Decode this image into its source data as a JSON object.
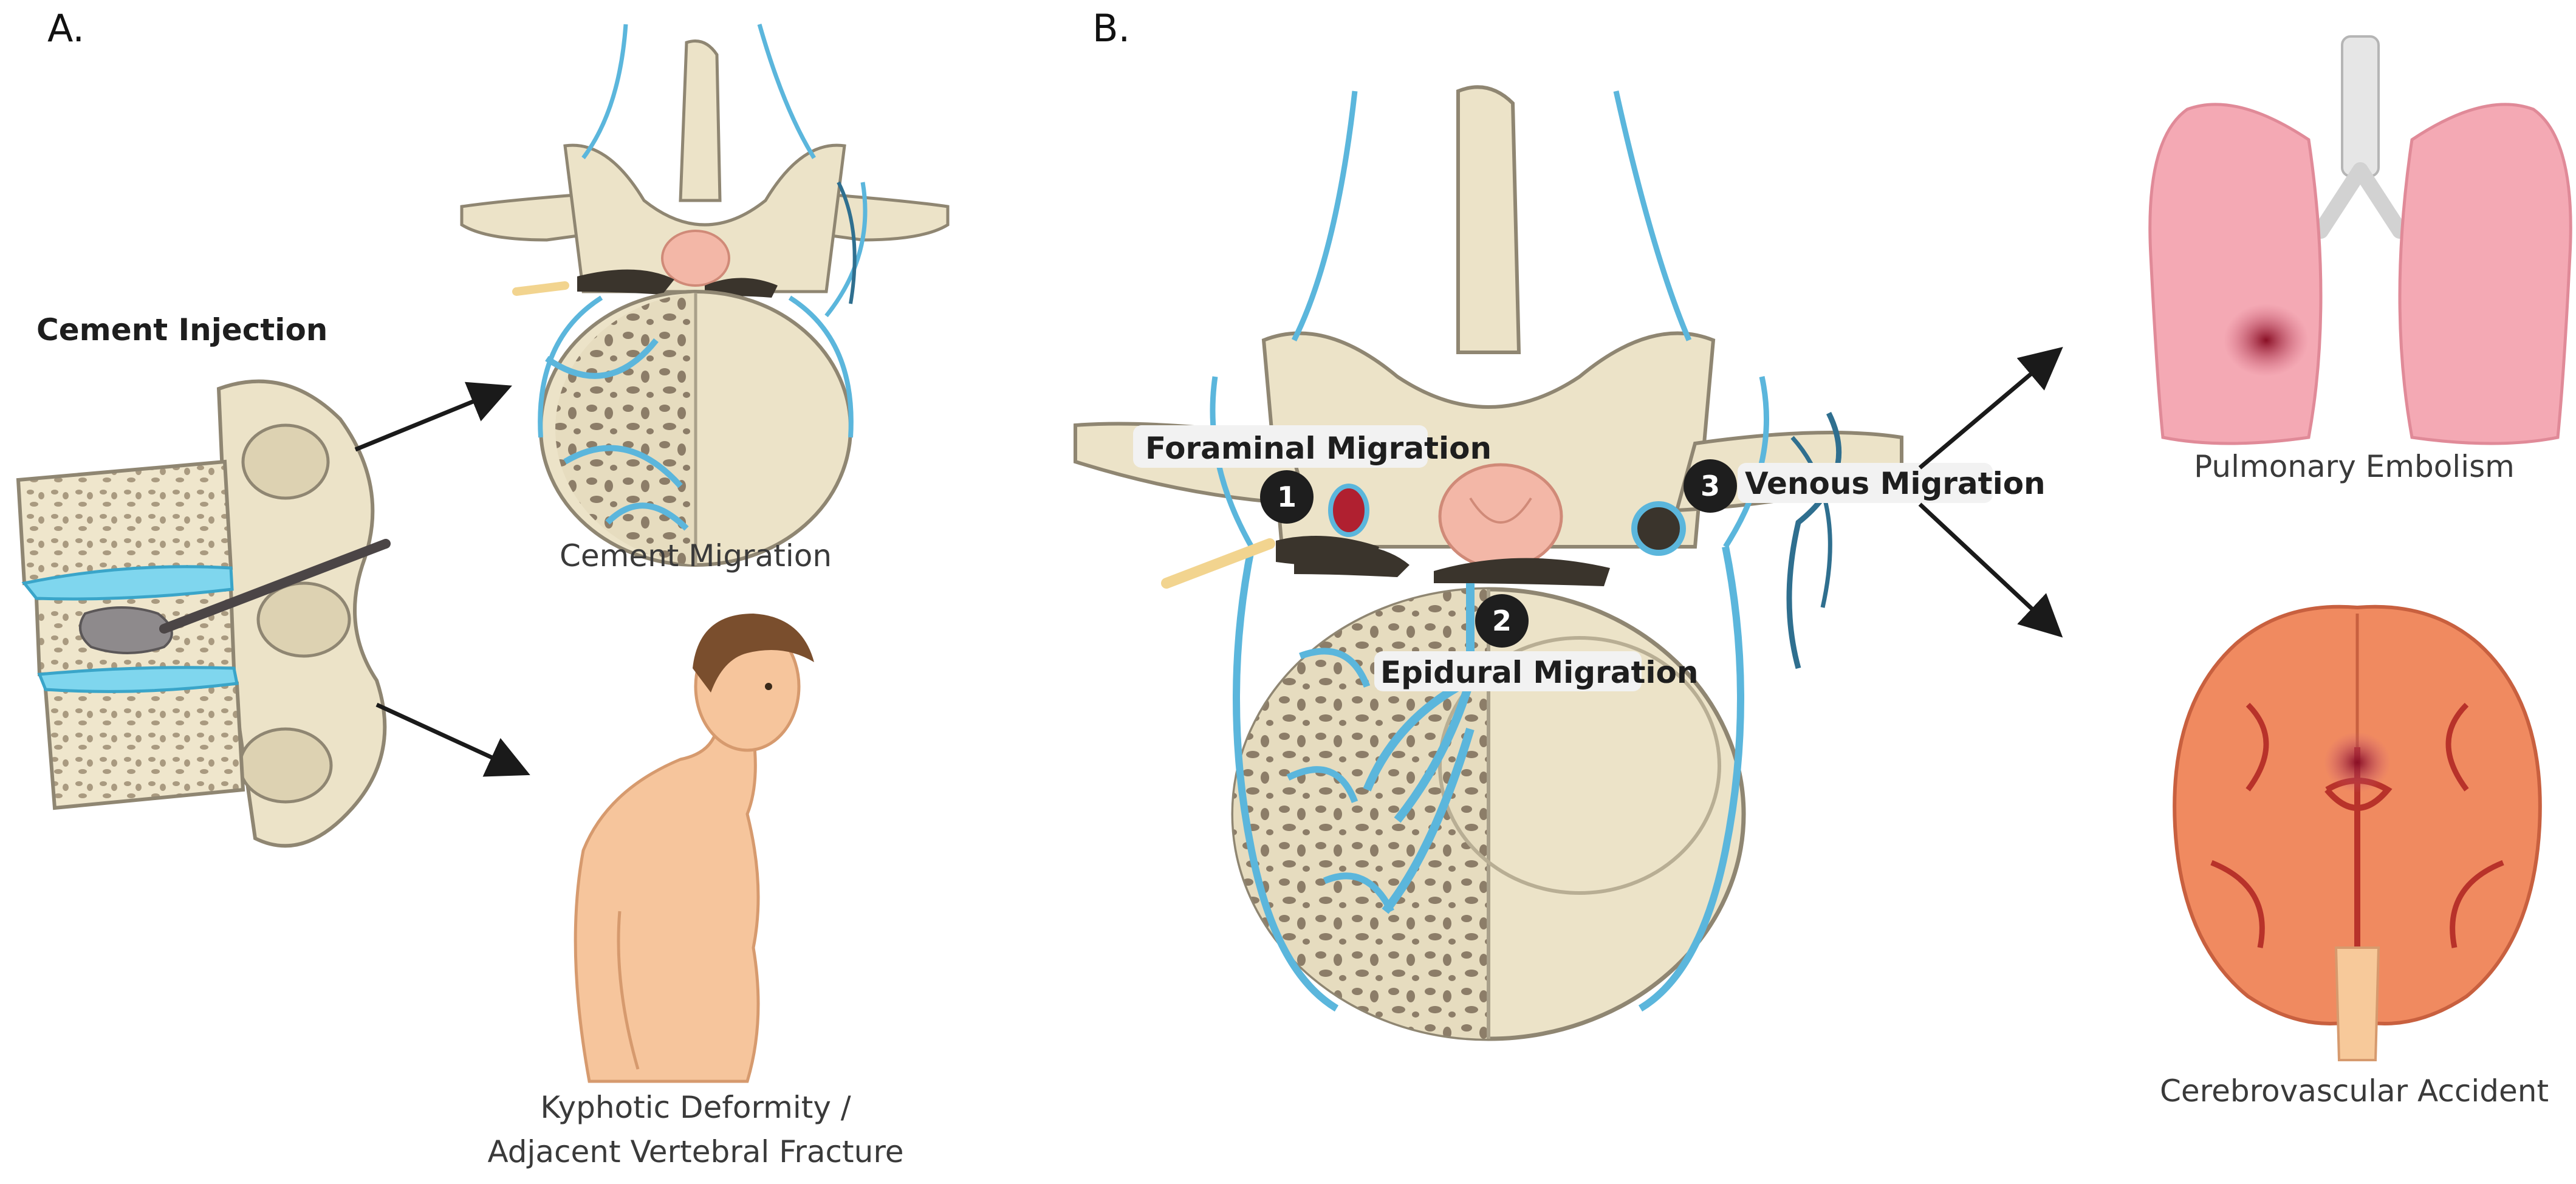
{
  "panel_labels": {
    "a": "A.",
    "b": "B."
  },
  "panel_a": {
    "injection_label": "Cement Injection",
    "migration_caption": "Cement Migration",
    "deformity_caption_line1": "Kyphotic Deformity /",
    "deformity_caption_line2": "Adjacent Vertebral Fracture"
  },
  "panel_b": {
    "routes": [
      {
        "number": "1",
        "label": "Foraminal Migration"
      },
      {
        "number": "2",
        "label": "Epidural Migration"
      },
      {
        "number": "3",
        "label": "Venous Migration"
      }
    ],
    "outcomes": [
      {
        "caption": "Pulmonary Embolism"
      },
      {
        "caption": "Cerebrovascular Accident"
      }
    ]
  },
  "colors": {
    "bone": "#ece3c8",
    "bone_outline": "#8f8672",
    "vein": "#5bb6dc",
    "vein_dark": "#2f6f8f",
    "cement": "#3a342c",
    "lung": "#f4a9b4",
    "brain": "#f08a60",
    "skin": "#f6c59c"
  }
}
